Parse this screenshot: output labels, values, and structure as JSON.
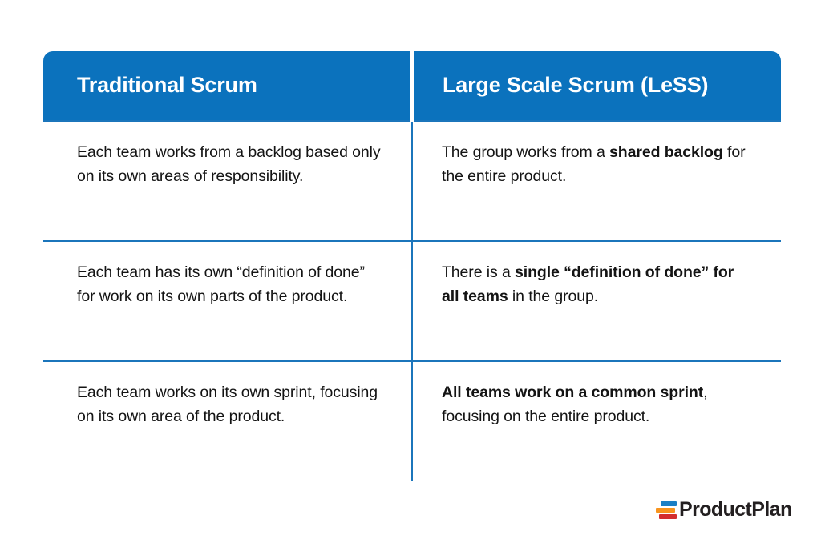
{
  "table": {
    "columns": [
      {
        "id": "traditional-scrum",
        "header": "Traditional Scrum"
      },
      {
        "id": "large-scale-scrum",
        "header": "Large Scale Scrum (LeSS)"
      }
    ],
    "rows": [
      {
        "left_html": "Each team works from a backlog based only on its own areas of responsibility.",
        "right_html": "The group works from a <b>shared backlog</b> for the entire product."
      },
      {
        "left_html": "Each team has its own “definition of done” for work on its own parts of the product.",
        "right_html": "There is a <b>single “definition of done” for all teams</b> in the group."
      },
      {
        "left_html": "Each team works on its own sprint, focusing on its own area of the product.",
        "right_html": "<b>All teams work on a common sprint</b>, focusing on the entire product."
      }
    ]
  },
  "logo": {
    "text": "ProductPlan",
    "mark_name": "productplan-bars-icon",
    "colors": {
      "bar_blue": "#1b7fc4",
      "bar_orange": "#f7941e",
      "bar_red": "#d42e2e",
      "wordmark": "#231f20"
    }
  },
  "theme": {
    "header_background": "#0b72bd",
    "border_blue": "#1b75bb",
    "body_text": "#141414",
    "page_background": "#ffffff"
  }
}
